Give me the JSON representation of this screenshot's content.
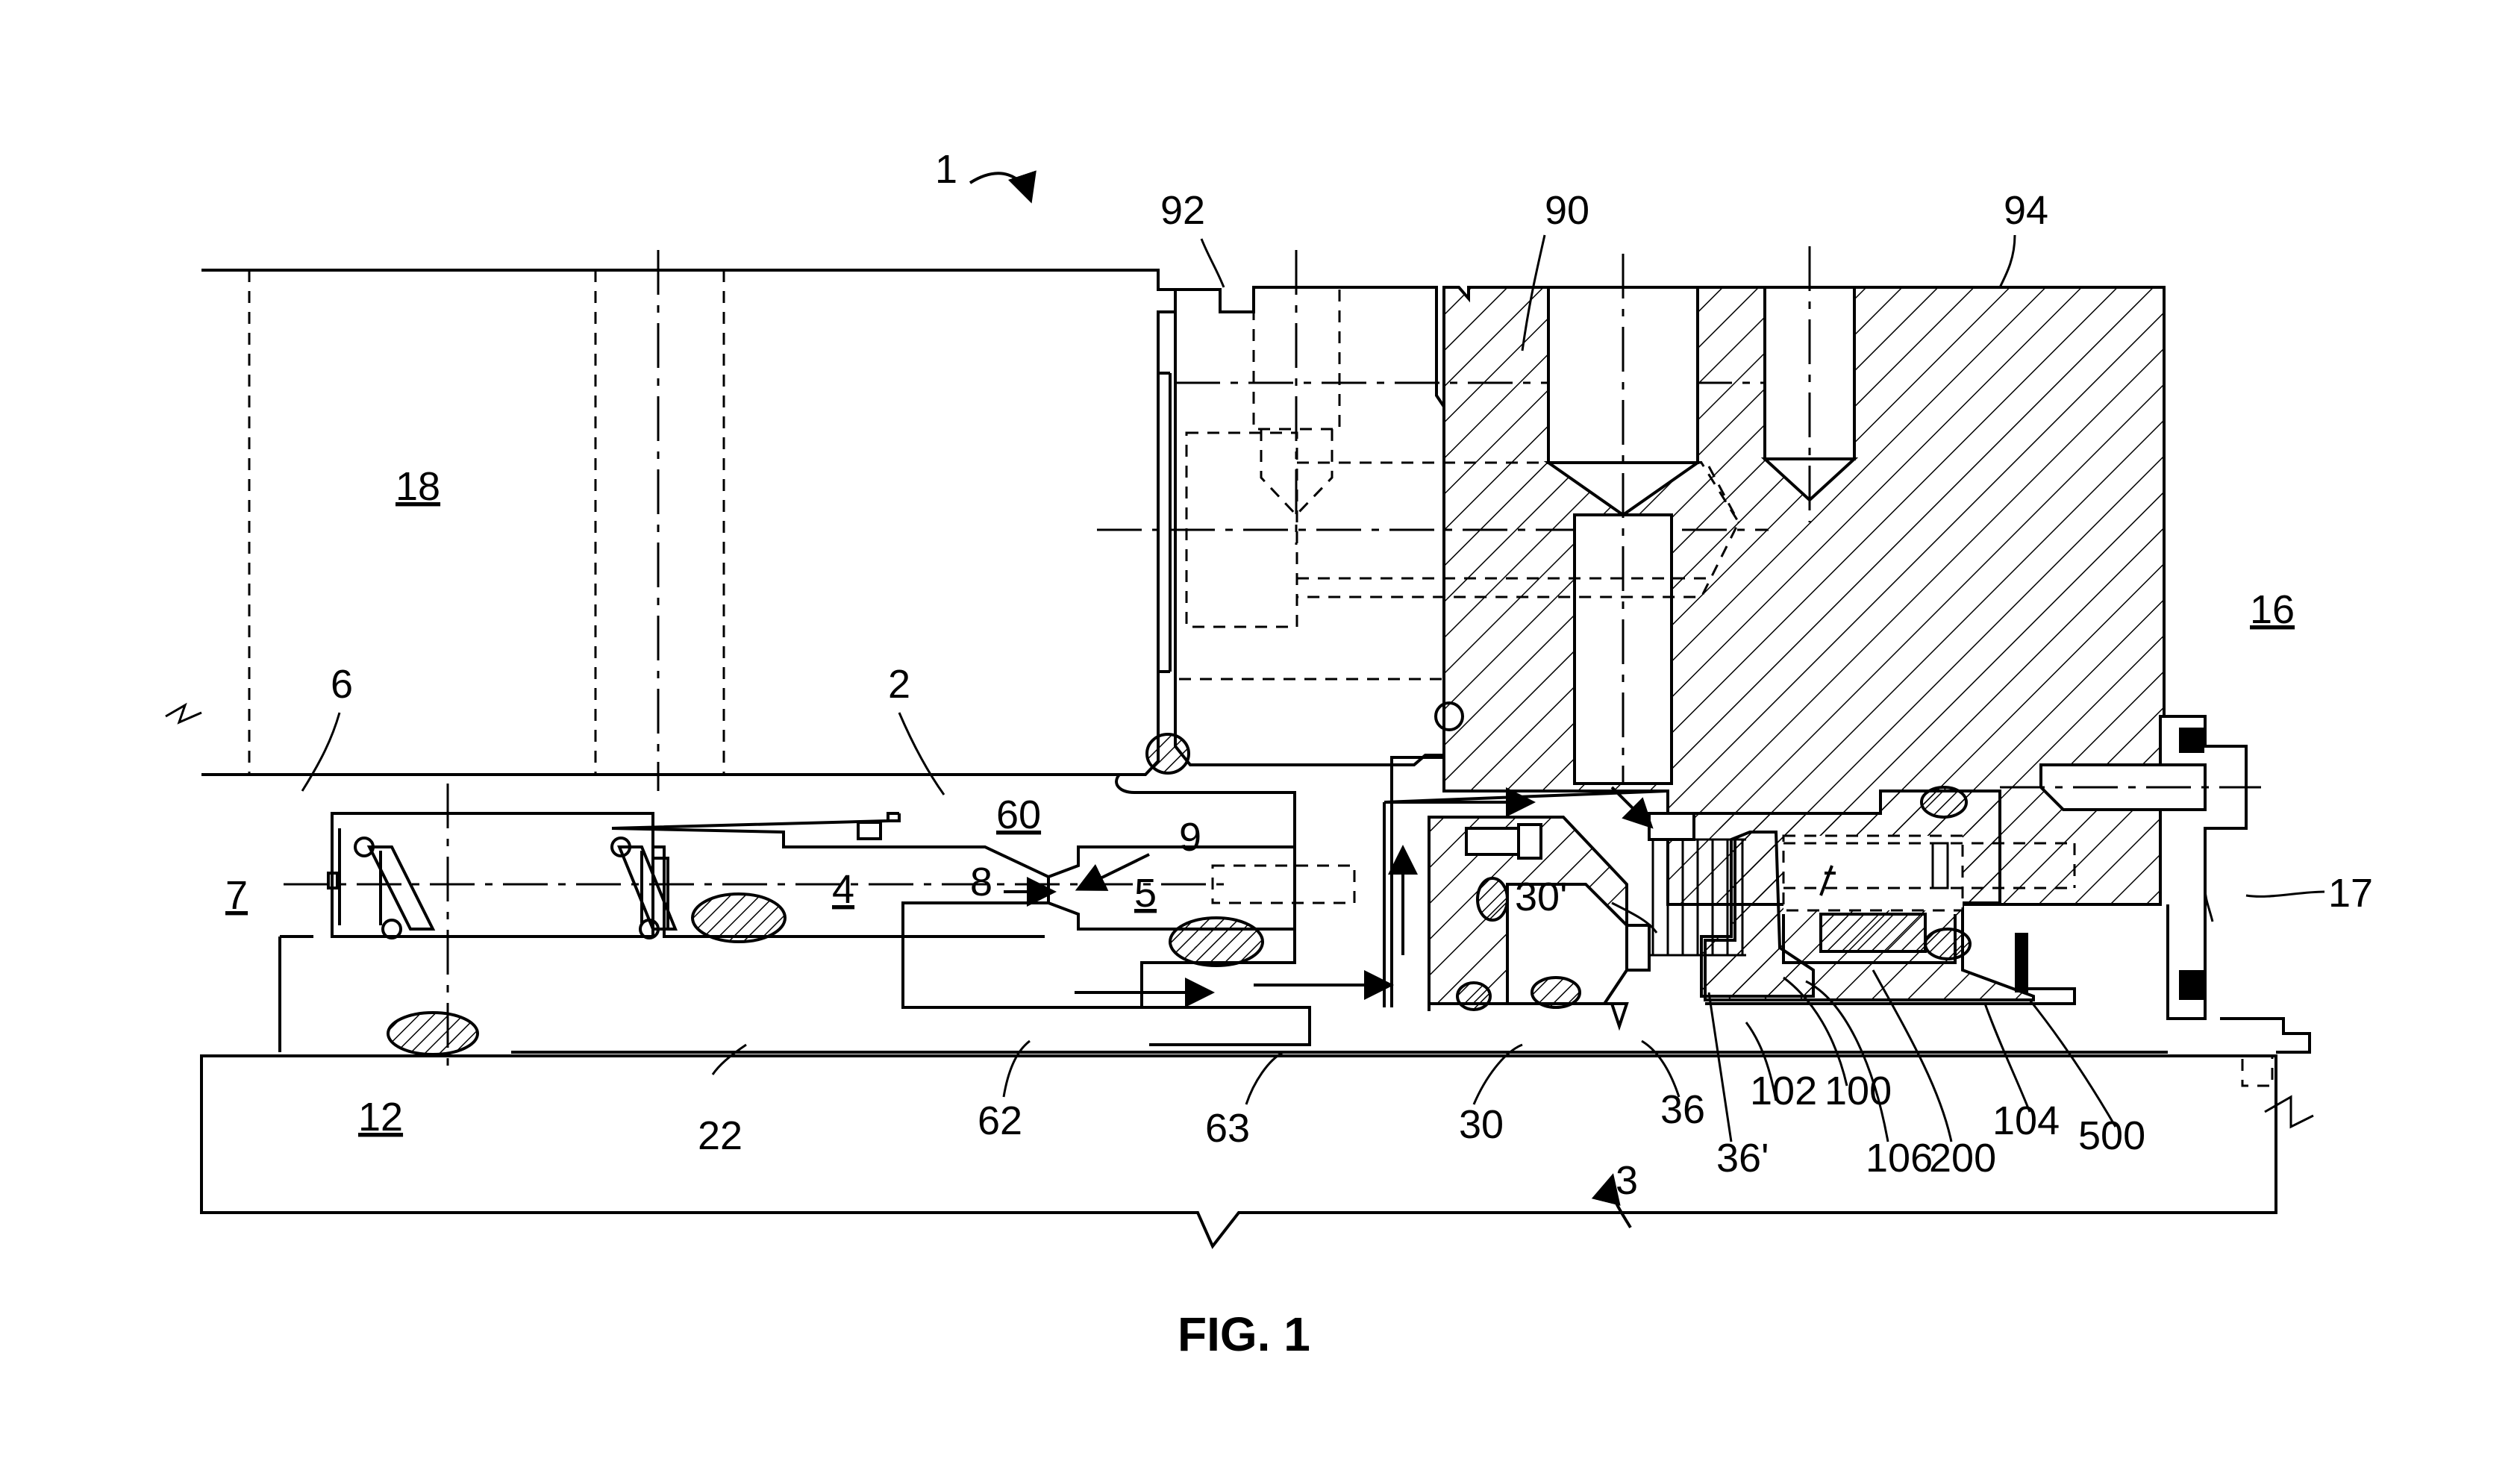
{
  "figure": {
    "caption": "FIG. 1",
    "labels": {
      "l1": "1",
      "l92": "92",
      "l90": "90",
      "l94": "94",
      "l18": "18",
      "l16": "16",
      "l6": "6",
      "l2": "2",
      "l60": "60",
      "l9": "9",
      "l8": "8",
      "l5": "5",
      "l4": "4",
      "l7": "7",
      "l30p": "30'",
      "l17": "17",
      "l12": "12",
      "l22": "22",
      "l62": "62",
      "l63": "63",
      "l30": "30",
      "l3": "3",
      "l36": "36",
      "l36p": "36'",
      "l102": "102",
      "l106": "106",
      "l100": "100",
      "l200": "200",
      "l104": "104",
      "l500": "500"
    }
  }
}
